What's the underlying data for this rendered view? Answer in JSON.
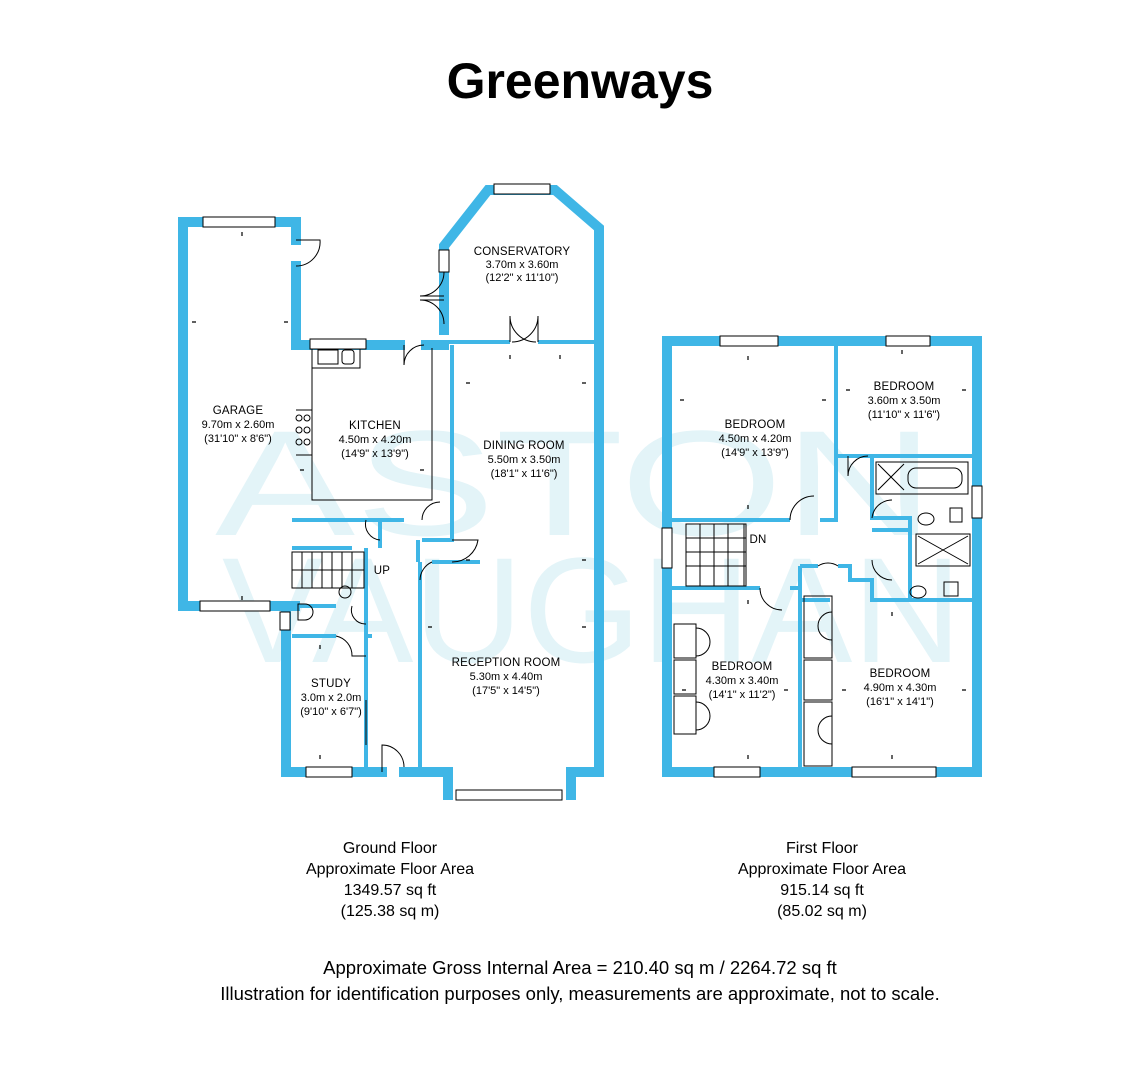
{
  "title": "Greenways",
  "watermark": {
    "line1": "ASTON",
    "line2": "VAUGHAN"
  },
  "colors": {
    "wall": "#3fb6e6",
    "watermark": "#e3f4f8"
  },
  "ground_floor": {
    "rooms": [
      {
        "name": "CONSERVATORY",
        "metric": "3.70m x 3.60m",
        "imperial": "(12'2\" x 11'10\")"
      },
      {
        "name": "GARAGE",
        "metric": "9.70m x 2.60m",
        "imperial": "(31'10\" x 8'6\")"
      },
      {
        "name": "KITCHEN",
        "metric": "4.50m x 4.20m",
        "imperial": "(14'9\" x 13'9\")"
      },
      {
        "name": "DINING ROOM",
        "metric": "5.50m x 3.50m",
        "imperial": "(18'1\" x 11'6\")"
      },
      {
        "name": "RECEPTION ROOM",
        "metric": "5.30m x 4.40m",
        "imperial": "(17'5\" x 14'5\")"
      },
      {
        "name": "STUDY",
        "metric": "3.0m x 2.0m",
        "imperial": "(9'10\" x 6'7\")"
      }
    ],
    "stairs_label": "UP",
    "info": {
      "name": "Ground Floor",
      "label": "Approximate Floor Area",
      "sqft": "1349.57 sq ft",
      "sqm": "(125.38 sq m)"
    }
  },
  "first_floor": {
    "rooms": [
      {
        "name": "BEDROOM",
        "metric": "4.50m x 4.20m",
        "imperial": "(14'9\" x 13'9\")"
      },
      {
        "name": "BEDROOM",
        "metric": "3.60m x 3.50m",
        "imperial": "(11'10\" x 11'6\")"
      },
      {
        "name": "BEDROOM",
        "metric": "4.30m x 3.40m",
        "imperial": "(14'1\" x 11'2\")"
      },
      {
        "name": "BEDROOM",
        "metric": "4.90m x 4.30m",
        "imperial": "(16'1\" x 14'1\")"
      }
    ],
    "stairs_label": "DN",
    "info": {
      "name": "First Floor",
      "label": "Approximate Floor Area",
      "sqft": "915.14 sq ft",
      "sqm": "(85.02 sq m)"
    }
  },
  "footer": {
    "gross_area": "Approximate Gross Internal Area = 210.40 sq m / 2264.72 sq ft",
    "disclaimer": "Illustration for identification purposes only, measurements are approximate, not to scale."
  }
}
